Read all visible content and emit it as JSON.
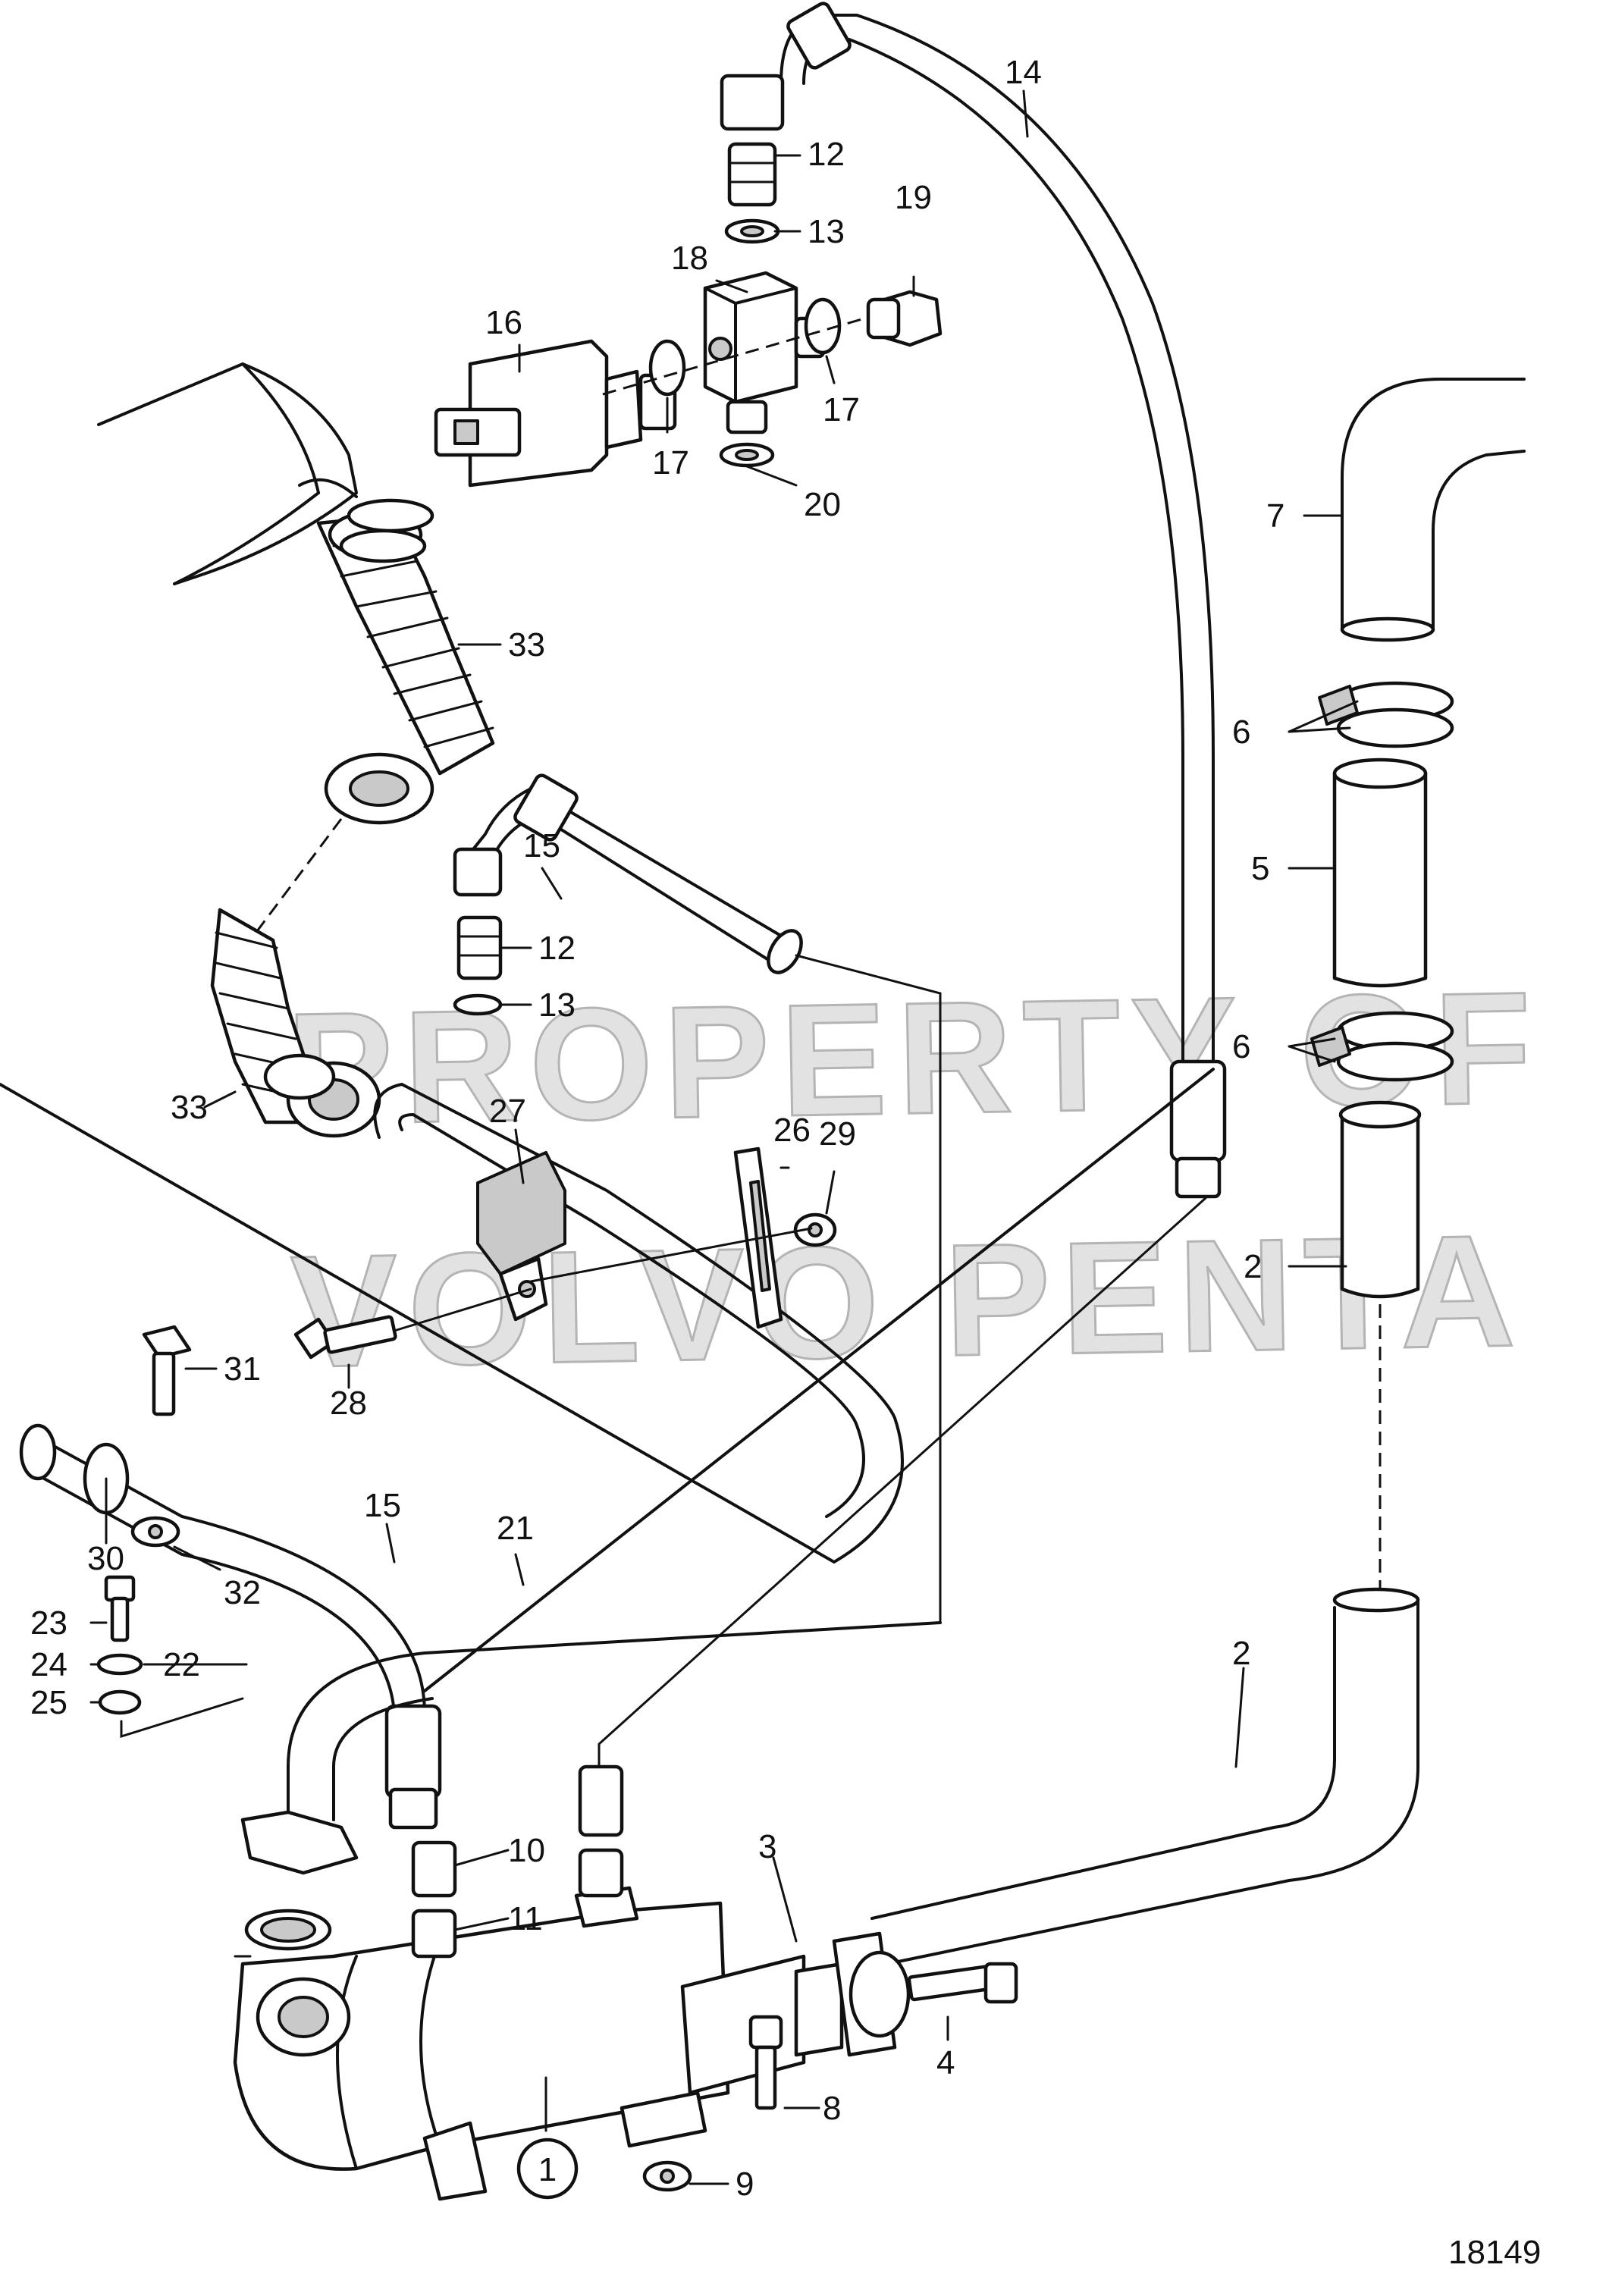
{
  "diagram": {
    "figure_number": "18149",
    "watermark": {
      "line1": "PROPERTY OF",
      "line2": "VOLVO PENTA"
    },
    "callouts": [
      "1",
      "2",
      "2",
      "3",
      "4",
      "5",
      "6",
      "6",
      "7",
      "8",
      "9",
      "10",
      "11",
      "12",
      "12",
      "13",
      "13",
      "14",
      "15",
      "15",
      "16",
      "17",
      "17",
      "18",
      "19",
      "20",
      "21",
      "22",
      "23",
      "24",
      "25",
      "26",
      "27",
      "28",
      "29",
      "30",
      "31",
      "32",
      "33",
      "33"
    ]
  }
}
